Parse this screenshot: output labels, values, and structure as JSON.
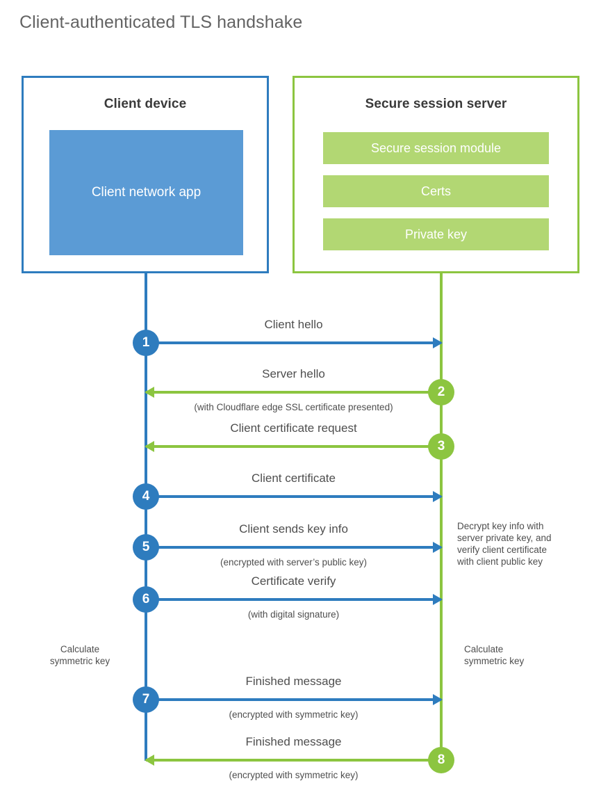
{
  "title": "Client-authenticated TLS handshake",
  "colors": {
    "client_blue": "#2e7cbe",
    "client_app_fill": "#5b9bd5",
    "server_green": "#8cc540",
    "server_bar_fill": "#b2d773",
    "text_gray": "#4e4e4e",
    "title_gray": "#636363",
    "heading_gray": "#3a3a3a"
  },
  "actors": {
    "client": {
      "title": "Client device",
      "app_label_line1": "Client network",
      "app_label_line2": "app"
    },
    "server": {
      "title": "Secure session server",
      "bars": [
        "Secure session module",
        "Certs",
        "Private key"
      ]
    }
  },
  "messages": [
    {
      "step": "1",
      "label": "Client hello",
      "sublabel": "",
      "direction": "client-to-server",
      "origin": "client"
    },
    {
      "step": "2",
      "label": "Server hello",
      "sublabel": "(with Cloudflare edge SSL certificate presented)",
      "direction": "server-to-client",
      "origin": "server"
    },
    {
      "step": "3",
      "label": "Client certificate request",
      "sublabel": "",
      "direction": "server-to-client",
      "origin": "server"
    },
    {
      "step": "4",
      "label": "Client certificate",
      "sublabel": "",
      "direction": "client-to-server",
      "origin": "client"
    },
    {
      "step": "5",
      "label": "Client sends key info",
      "sublabel": "(encrypted with server’s public key)",
      "direction": "client-to-server",
      "origin": "client"
    },
    {
      "step": "6",
      "label": "Certificate verify",
      "sublabel": "(with digital signature)",
      "direction": "client-to-server",
      "origin": "client"
    },
    {
      "step": "7",
      "label": "Finished message",
      "sublabel": "(encrypted with symmetric key)",
      "direction": "client-to-server",
      "origin": "client"
    },
    {
      "step": "8",
      "label": "Finished message",
      "sublabel": "(encrypted with symmetric key)",
      "direction": "server-to-client",
      "origin": "server"
    }
  ],
  "notes": {
    "decrypt": {
      "line1": "Decrypt key info with",
      "line2": "server private key, and",
      "line3": "verify client certificate",
      "line4": "with client public key"
    },
    "client_calculate": {
      "line1": "Calculate",
      "line2": "symmetric key"
    },
    "server_calculate": {
      "line1": "Calculate",
      "line2": "symmetric key"
    }
  }
}
